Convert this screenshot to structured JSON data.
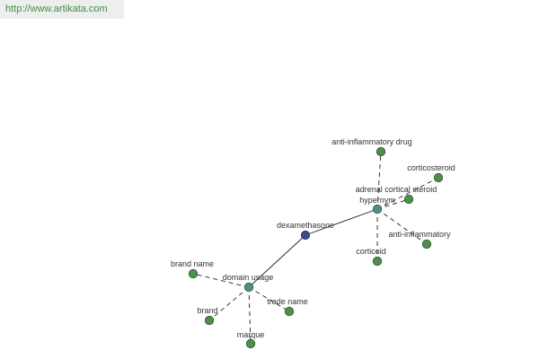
{
  "site": {
    "url": "http://www.artikata.com"
  },
  "colors": {
    "leaf": "#4f8f4a",
    "hub": "#4f8f8a",
    "center": "#3a4a8f",
    "edge": "#222222",
    "url_text": "#3f8f3f"
  },
  "graph": {
    "nodes": {
      "dexamethasone": {
        "label": "dexamethasone",
        "kind": "center"
      },
      "hypernym": {
        "label": "hypernym",
        "kind": "hub"
      },
      "domain_usage": {
        "label": "domain usage",
        "kind": "hub"
      },
      "anti_inf_drug": {
        "label": "anti-inflammatory drug",
        "kind": "leaf"
      },
      "corticosteroid": {
        "label": "corticosteroid",
        "kind": "leaf"
      },
      "adrenal": {
        "label": "adrenal cortical steroid",
        "kind": "leaf"
      },
      "anti_inf": {
        "label": "anti-inflammatory",
        "kind": "leaf"
      },
      "corticoid": {
        "label": "corticoid",
        "kind": "leaf"
      },
      "brand_name": {
        "label": "brand name",
        "kind": "leaf"
      },
      "trade_name": {
        "label": "trade name",
        "kind": "leaf"
      },
      "brand": {
        "label": "brand",
        "kind": "leaf"
      },
      "marque": {
        "label": "marque",
        "kind": "leaf"
      }
    },
    "edges": [
      {
        "from": "dexamethasone",
        "to": "hypernym",
        "style": "solid"
      },
      {
        "from": "dexamethasone",
        "to": "domain_usage",
        "style": "solid"
      },
      {
        "from": "hypernym",
        "to": "anti_inf_drug",
        "style": "dashed"
      },
      {
        "from": "hypernym",
        "to": "corticosteroid",
        "style": "dashed"
      },
      {
        "from": "hypernym",
        "to": "adrenal",
        "style": "dashed"
      },
      {
        "from": "hypernym",
        "to": "anti_inf",
        "style": "dashed"
      },
      {
        "from": "hypernym",
        "to": "corticoid",
        "style": "dashed"
      },
      {
        "from": "domain_usage",
        "to": "brand_name",
        "style": "dashed"
      },
      {
        "from": "domain_usage",
        "to": "trade_name",
        "style": "dashed"
      },
      {
        "from": "domain_usage",
        "to": "brand",
        "style": "dashed"
      },
      {
        "from": "domain_usage",
        "to": "marque",
        "style": "dashed"
      }
    ]
  }
}
